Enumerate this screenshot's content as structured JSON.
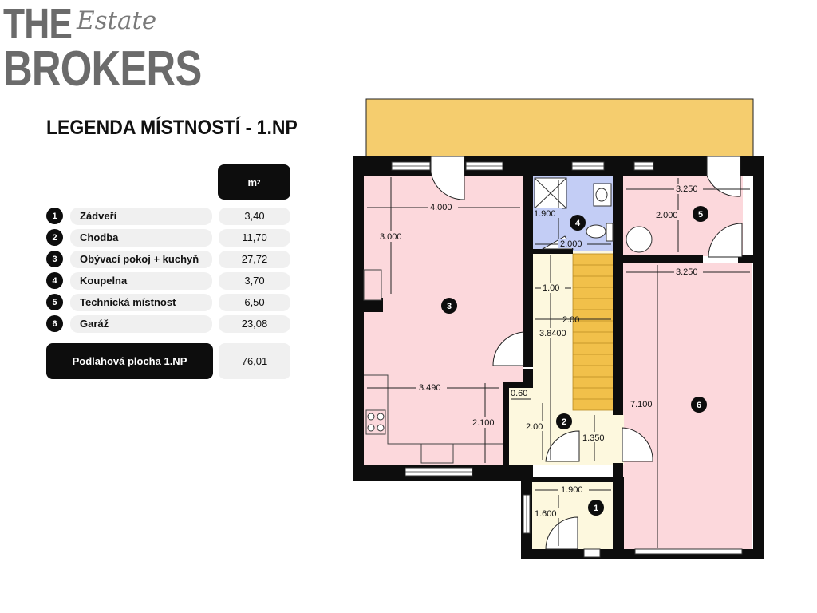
{
  "logo": {
    "line1": "THE",
    "script": "Estate",
    "line2": "BROKERS"
  },
  "legend": {
    "title": "LEGENDA MÍSTNOSTÍ - 1.NP",
    "unit": "m",
    "unit_sup": "2",
    "rooms": [
      {
        "num": "1",
        "name": "Zádveří",
        "area": "3,40"
      },
      {
        "num": "2",
        "name": "Chodba",
        "area": "11,70"
      },
      {
        "num": "3",
        "name": "Obývací pokoj + kuchyň",
        "area": "27,72"
      },
      {
        "num": "4",
        "name": "Koupelna",
        "area": "3,70"
      },
      {
        "num": "5",
        "name": "Technická místnost",
        "area": "6,50"
      },
      {
        "num": "6",
        "name": "Garáž",
        "area": "23,08"
      }
    ],
    "total_label": "Podlahová plocha 1.NP",
    "total_value": "76,01"
  },
  "plan": {
    "room_labels": [
      "1",
      "2",
      "3",
      "4",
      "5",
      "6"
    ],
    "dims": {
      "d4000": "4.000",
      "d3000": "3.000",
      "d3490": "3.490",
      "d2100": "2.100",
      "d1900a": "1.900",
      "d2000a": "2.000",
      "d3250a": "3.250",
      "d2000b": "2.000",
      "d3250b": "3.250",
      "d7100": "7.100",
      "d100": "1.00",
      "d200a": "2.00",
      "d38400": "3.8400",
      "d060": "0.60",
      "d200b": "2.00",
      "d1350": "1.350",
      "d1900b": "1.900",
      "d1600": "1.600"
    }
  }
}
